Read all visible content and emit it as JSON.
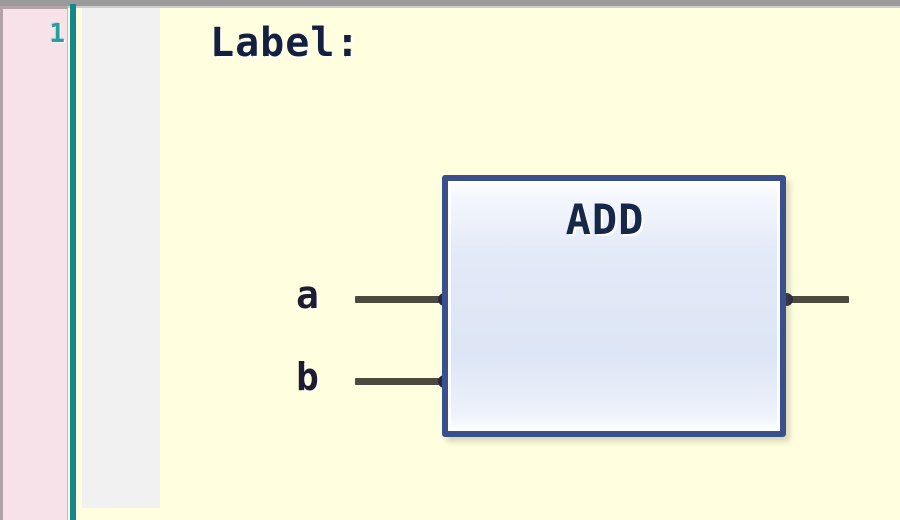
{
  "editor": {
    "type": "fbd-network-editor",
    "canvas_color": "#ffffdf",
    "gutter_color": "#f6e2e8",
    "rail_color": "#13888a",
    "margin_color": "#f1f1f1"
  },
  "gutter": {
    "line_number": "1"
  },
  "network": {
    "label": "Label:"
  },
  "function_block": {
    "name": "ADD",
    "border_color": "#39508c",
    "fill_color": "#e2e9f7",
    "inputs": [
      {
        "name": "a",
        "connected": true
      },
      {
        "name": "b",
        "connected": true
      }
    ],
    "outputs": [
      {
        "name": "",
        "connected": true
      }
    ]
  }
}
